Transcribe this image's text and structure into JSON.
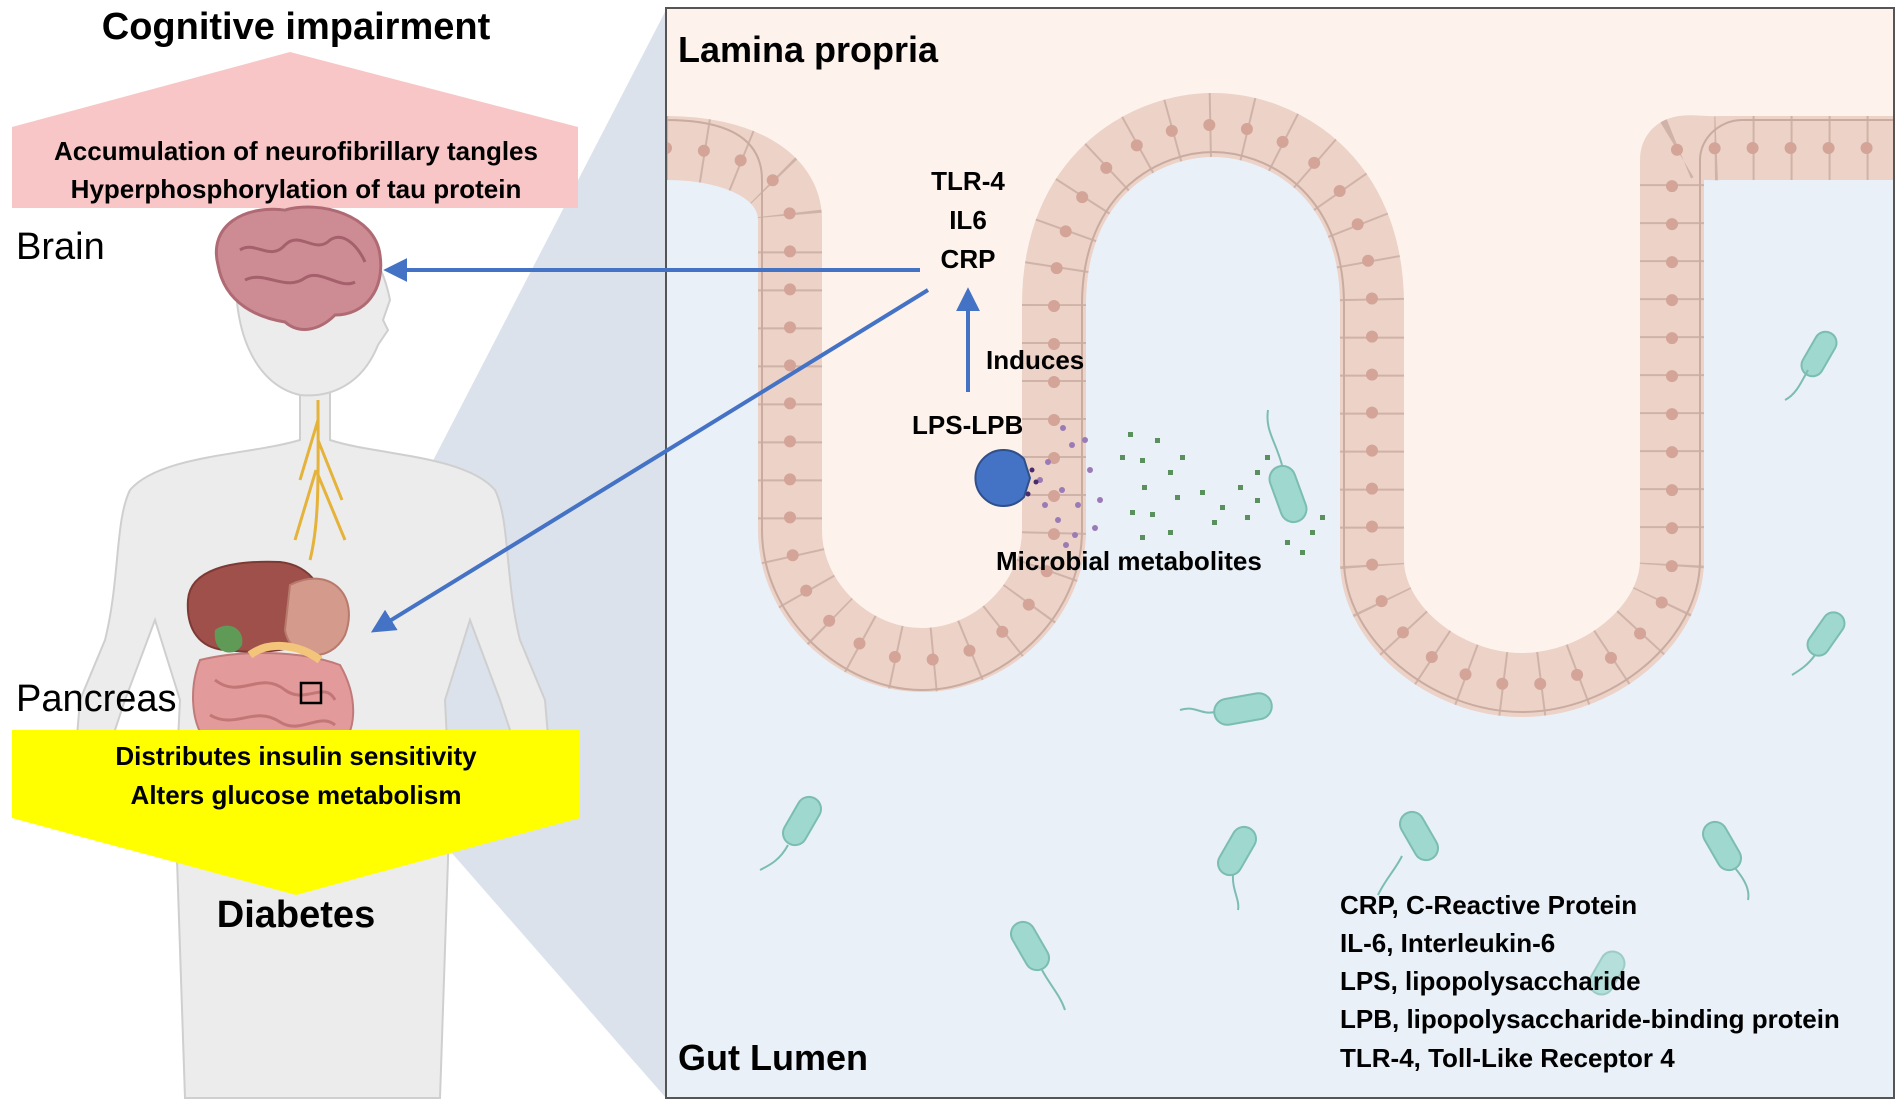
{
  "left": {
    "top_title": "Cognitive impairment",
    "top_box": [
      "Accumulation of neurofibrillary tangles",
      "Hyperphosphorylation of tau protein"
    ],
    "brain_label": "Brain",
    "pancreas_label": "Pancreas",
    "bottom_box": [
      "Distributes insulin sensitivity",
      "Alters glucose metabolism"
    ],
    "bottom_title": "Diabetes"
  },
  "panel": {
    "lamina_label": "Lamina propria",
    "lumen_label": "Gut Lumen",
    "markers": [
      "TLR-4",
      "IL6",
      "CRP"
    ],
    "induces_label": "Induces",
    "lps_label": "LPS-LPB",
    "metabolites_label": "Microbial metabolites"
  },
  "legend": [
    "CRP, C-Reactive Protein",
    "IL-6, Interleukin-6",
    "LPS, lipopolysaccharide",
    "LPB, lipopolysaccharide-binding protein",
    "TLR-4, Toll-Like Receptor 4"
  ],
  "colors": {
    "top_box": "#f8c6c6",
    "bottom_box": "#ffff00",
    "arrow": "#4472c4",
    "lamina": "#fdf3ec",
    "lumen": "#e9f0f8",
    "cell": "#ecd2c7",
    "nucleus": "#d3a497",
    "bacteria": "#9ed8cf",
    "zoom_wedge": "#d6dde9"
  },
  "icons": [
    "human-body-icon",
    "brain-icon",
    "digestive-organs-icon",
    "bacteria-icon",
    "lps-lpb-pacman-icon",
    "metabolite-particles-icon"
  ]
}
